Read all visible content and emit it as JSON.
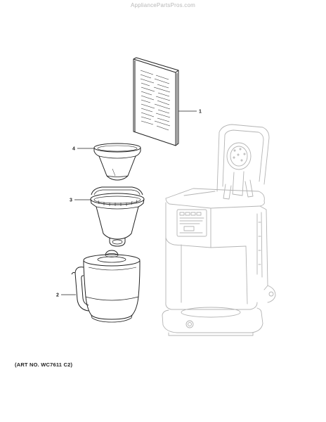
{
  "watermark": "AppliancePartsPros.com",
  "callouts": [
    {
      "number": "1",
      "part": "manual"
    },
    {
      "number": "2",
      "part": "carafe"
    },
    {
      "number": "3",
      "part": "filter-basket"
    },
    {
      "number": "4",
      "part": "permanent-filter"
    }
  ],
  "art_number": "(ART NO. WC7611 C2)",
  "colors": {
    "ink": "#222222",
    "faint_ink": "#b4b4b4",
    "watermark": "#b8b8b8"
  }
}
